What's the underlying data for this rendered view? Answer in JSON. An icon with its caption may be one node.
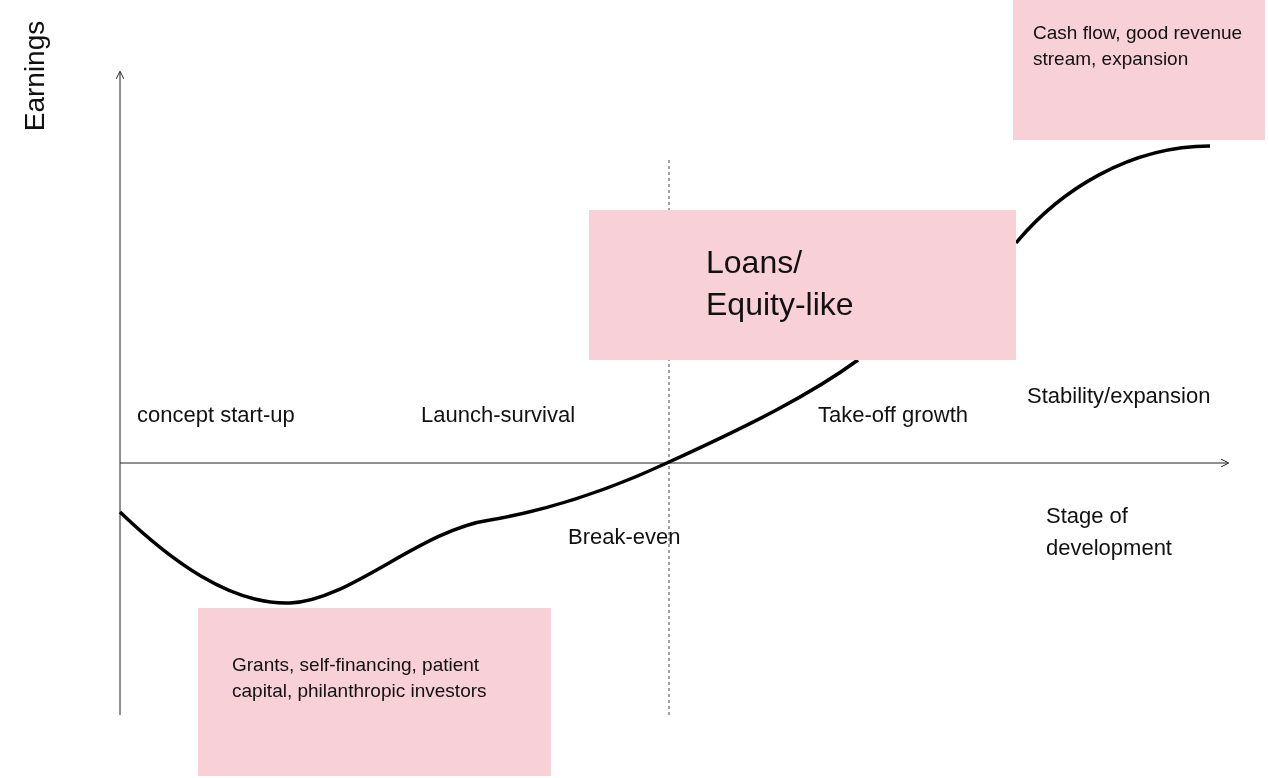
{
  "diagram": {
    "nodes": [
      {
        "text": [
          "Cash flow, good revenue stream, expansion"
        ]
      },
      {
        "text": [
          "Loans/ Equity-like"
        ]
      },
      {
        "text": [
          "Grants, self-financing, patient capital, philanthropic investors"
        ]
      }
    ],
    "labels": [
      "Earnings",
      "concept start-up",
      "Launch-survival",
      "Take-off growth",
      "Stability/expansion",
      "Break-even",
      "Stage of development"
    ]
  }
}
